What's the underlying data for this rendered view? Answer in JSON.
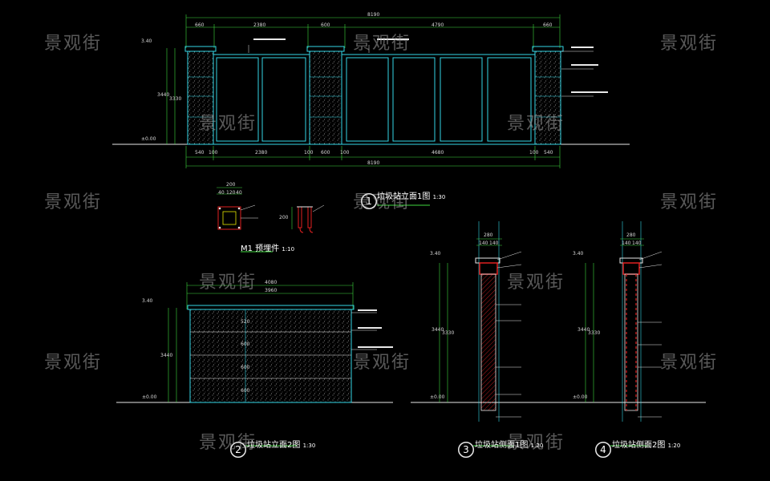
{
  "watermark": "景观街",
  "colors": {
    "background": "#000000",
    "line_white": "#e8e8e8",
    "dim_green": "#3fd93f",
    "struct_cyan": "#33d6e6",
    "red": "#e02020",
    "yellow": "#e8e800"
  },
  "drawing1": {
    "number": "1",
    "title": "垃圾站立面1图",
    "scale": "1:30",
    "top_dims": [
      "8190",
      "660",
      "2380",
      "600",
      "4790",
      "660"
    ],
    "bottom_dims": [
      "540",
      "100",
      "2380",
      "100",
      "600",
      "100",
      "4680",
      "100",
      "540",
      "8190"
    ],
    "left_dims": [
      "3.40",
      "3440",
      "3330",
      "±0.00"
    ]
  },
  "detail_m1": {
    "title": "M1 预埋件",
    "scale": "1:10",
    "dims": [
      "200",
      "40",
      "120",
      "40",
      "200"
    ]
  },
  "drawing2": {
    "number": "2",
    "title": "垃圾站立面2图",
    "scale": "1:30",
    "top_dims": [
      "4080",
      "3960"
    ],
    "left_dims": [
      "3.40",
      "3440",
      "±0.00"
    ],
    "course_dims": [
      "520",
      "600",
      "600",
      "600"
    ]
  },
  "drawing3": {
    "number": "3",
    "title": "垃圾站侧面1图",
    "scale": "1:20",
    "top_dims": [
      "280",
      "140",
      "140"
    ],
    "left_dims": [
      "3.40",
      "3440",
      "3330",
      "±0.00"
    ]
  },
  "drawing4": {
    "number": "4",
    "title": "垃圾站侧面2图",
    "scale": "1:20",
    "top_dims": [
      "280",
      "140",
      "140"
    ],
    "left_dims": [
      "3.40",
      "3440",
      "3330",
      "±0.00"
    ]
  }
}
